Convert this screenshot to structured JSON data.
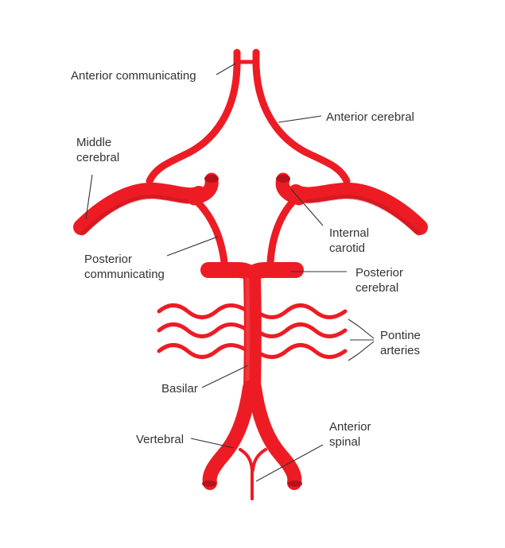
{
  "colors": {
    "artery": "#ed1c24",
    "artery_dark": "#b5121b",
    "artery_light": "#ff6b6b",
    "label": "#333333",
    "background": "#ffffff"
  },
  "labels": {
    "anterior_communicating": [
      "Anterior communicating"
    ],
    "anterior_cerebral": [
      "Anterior cerebral"
    ],
    "middle_cerebral": [
      "Middle",
      "cerebral"
    ],
    "internal_carotid": [
      "Internal",
      "carotid"
    ],
    "posterior_communicating": [
      "Posterior",
      "communicating"
    ],
    "posterior_cerebral": [
      "Posterior",
      "cerebral"
    ],
    "pontine_arteries": [
      "Pontine",
      "arteries"
    ],
    "basilar": [
      "Basilar"
    ],
    "vertebral": [
      "Vertebral"
    ],
    "anterior_spinal": [
      "Anterior",
      "spinal"
    ]
  }
}
